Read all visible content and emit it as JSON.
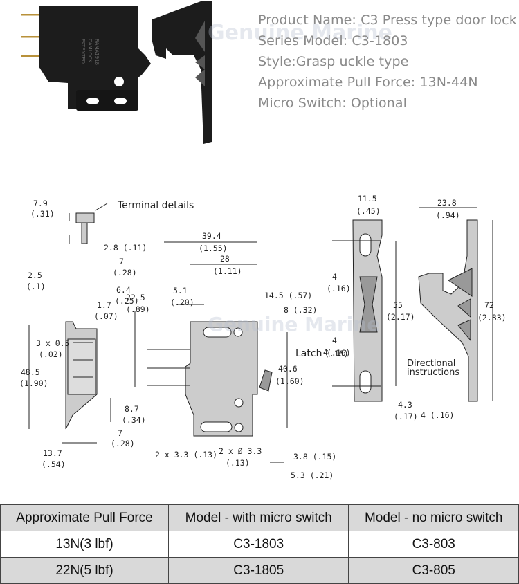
{
  "product_info": [
    "Product Name: C3 Press type door lock",
    "Series Model: C3-1803",
    "Style:Grasp uckle type",
    "Approximate Pull Force: 13N-44N",
    "Micro Switch: Optional"
  ],
  "watermark": "Genuine Marine",
  "photo": {
    "housing_text": [
      "PATENTED",
      "CAMLOCK",
      "RAMA1918"
    ]
  },
  "drawing": {
    "labels": {
      "terminal_details": "Terminal details",
      "latch": "Latch",
      "directional": "Directional",
      "instructions": "instructions"
    },
    "dims": {
      "d7_9": "7.9",
      "d7_9i": "(.31)",
      "d2_8": "2.8 (.11)",
      "d2_5": "2.5",
      "d2_5i": "(.1)",
      "d6_4": "6.4",
      "d6_4i": "(.25)",
      "d1_7": "1.7",
      "d1_7i": "(.07)",
      "d3x05": "3 x 0.5",
      "d3x05i": "(.02)",
      "d48_5": "48.5",
      "d48_5i": "(1.90)",
      "d8_7": "8.7",
      "d8_7i": "(.34)",
      "d7b": "7",
      "d7bi": "(.28)",
      "d13_7": "13.7",
      "d13_7i": "(.54)",
      "d39_4": "39.4",
      "d39_4i": "(1.55)",
      "d7a": "7",
      "d7ai": "(.28)",
      "d28": "28",
      "d28i": "(1.11)",
      "d5_1": "5.1",
      "d5_1i": "(.20)",
      "d14_5": "14.5 (.57)",
      "d8": "8 (.32)",
      "d22_5": "22.5",
      "d22_5i": "(.89)",
      "d4a": "4",
      "d4ai": "(.16)",
      "d40_6": "40.6",
      "d40_6i": "(1.60)",
      "d2x3_3": "2 x 3.3 (.13)",
      "d2xo3_3": "2 x Ø 3.3",
      "d2xo3_3i": "(.13)",
      "d3_8": "3.8 (.15)",
      "d5_3": "5.3 (.21)",
      "d11_5": "11.5",
      "d11_5i": "(.45)",
      "d4b": "4",
      "d4bi": "(.16)",
      "d55": "55",
      "d55i": "(2.17)",
      "d4c": "4",
      "d4ci": "(.16)",
      "d4_3": "4.3",
      "d4_3i": "(.17)",
      "d23_8": "23.8",
      "d23_8i": "(.94)",
      "d72": "72",
      "d72i": "(2.83)",
      "d4d": "4 (.16)"
    }
  },
  "table": {
    "headers": [
      "Approximate Pull Force",
      "Model - with micro switch",
      "Model - no micro switch"
    ],
    "rows": [
      [
        "13N(3 lbf)",
        "C3-1803",
        "C3-803"
      ],
      [
        "22N(5 lbf)",
        "C3-1805",
        "C3-805"
      ]
    ]
  }
}
